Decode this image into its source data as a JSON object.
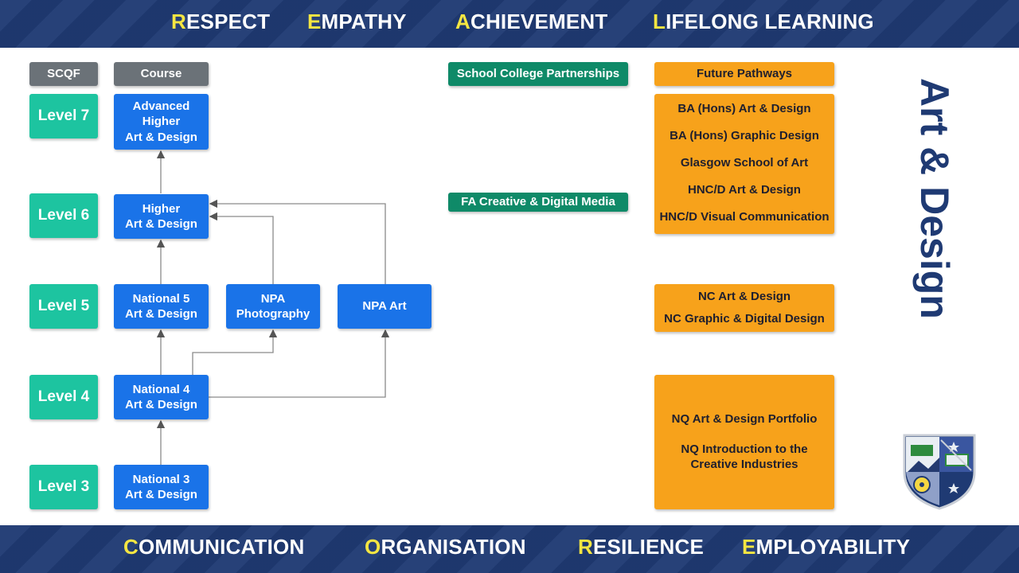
{
  "header_values": [
    {
      "initial": "R",
      "rest": "ESPECT"
    },
    {
      "initial": "E",
      "rest": "MPATHY"
    },
    {
      "initial": "A",
      "rest": "CHIEVEMENT"
    },
    {
      "initial": "L",
      "rest": "IFELONG LEARNING"
    }
  ],
  "footer_values": [
    {
      "initial": "C",
      "rest": "OMMUNICATION"
    },
    {
      "initial": "O",
      "rest": "RGANISATION"
    },
    {
      "initial": "R",
      "rest": "ESILIENCE"
    },
    {
      "initial": "E",
      "rest": "MPLOYABILITY"
    }
  ],
  "column_headers": {
    "scqf": "SCQF",
    "course": "Course",
    "partnerships": "School College Partnerships",
    "pathways": "Future Pathways"
  },
  "levels": [
    "Level 7",
    "Level 6",
    "Level 5",
    "Level 4",
    "Level 3"
  ],
  "courses": {
    "advanced_higher": {
      "line1": "Advanced",
      "line2": "Higher",
      "line3": "Art & Design"
    },
    "higher": {
      "line1": "Higher",
      "line2": "Art & Design"
    },
    "national5": {
      "line1": "National 5",
      "line2": "Art & Design"
    },
    "npa_photography": {
      "line1": "NPA",
      "line2": "Photography"
    },
    "npa_art": {
      "line1": "NPA Art"
    },
    "national4": {
      "line1": "National 4",
      "line2": "Art & Design"
    },
    "national3": {
      "line1": "National 3",
      "line2": "Art & Design"
    }
  },
  "partnership_items": [
    "FA Creative & Digital Media"
  ],
  "pathways_groups": [
    [
      "BA (Hons) Art & Design",
      "BA (Hons) Graphic Design",
      "Glasgow School of Art",
      "HNC/D Art & Design",
      "HNC/D Visual Communication"
    ],
    [
      "NC Art & Design",
      "NC Graphic & Digital Design"
    ],
    [
      "NQ Art & Design Portfolio",
      "NQ Introduction to the Creative Industries"
    ]
  ],
  "subject_title": "Art & Design",
  "colors": {
    "banner": "#1f3a73",
    "initial_letter": "#f5e642",
    "scqf_level": "#1dc4a0",
    "course": "#1a73e8",
    "partnership": "#0f8a68",
    "pathway": "#f7a21b",
    "header_grey": "#6b7278"
  }
}
